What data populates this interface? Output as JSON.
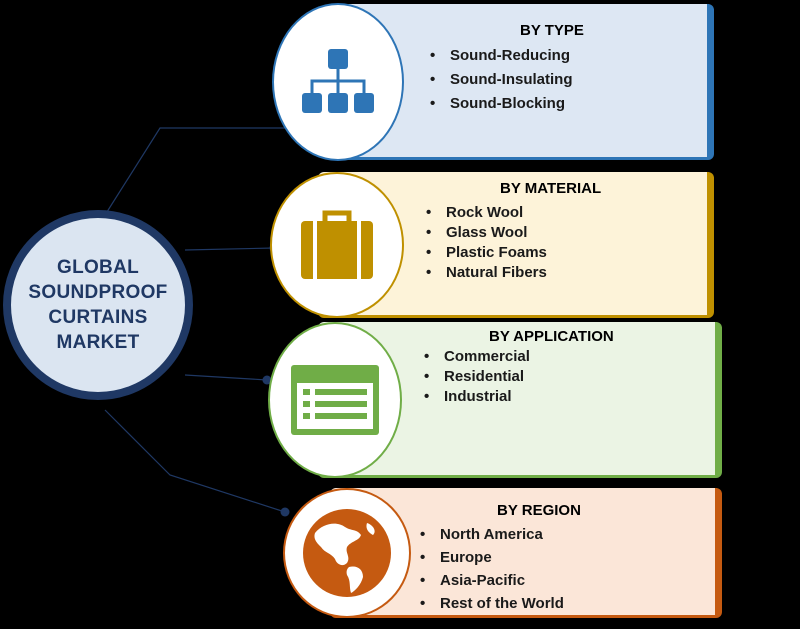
{
  "hub": {
    "title": "GLOBAL\nSOUNDPROOF\nCURTAINS\nMARKET"
  },
  "segments": [
    {
      "title": "BY TYPE",
      "icon": "hierarchy-icon",
      "accent": "#2e75b6",
      "fill": "#dde7f3",
      "items": [
        "Sound-Reducing",
        "Sound-Insulating",
        "Sound-Blocking"
      ]
    },
    {
      "title": "BY MATERIAL",
      "icon": "briefcase-icon",
      "accent": "#bf9000",
      "fill": "#fdf3d9",
      "items": [
        "Rock Wool",
        "Glass Wool",
        "Plastic Foams",
        "Natural Fibers"
      ]
    },
    {
      "title": "BY APPLICATION",
      "icon": "list-window-icon",
      "accent": "#70ad47",
      "fill": "#ebf4e4",
      "items": [
        "Commercial",
        "Residential",
        "Industrial"
      ]
    },
    {
      "title": "BY REGION",
      "icon": "globe-icon",
      "accent": "#c55a11",
      "fill": "#fbe6d8",
      "items": [
        "North America",
        "Europe",
        "Asia-Pacific",
        "Rest of the World"
      ]
    }
  ]
}
